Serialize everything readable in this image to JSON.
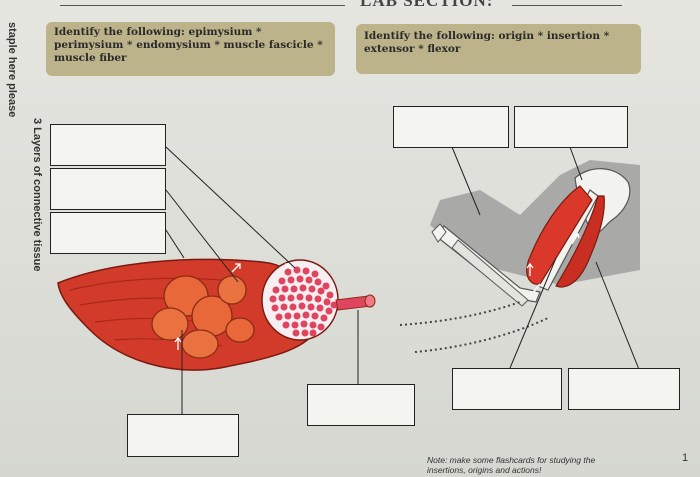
{
  "header": {
    "title_fragment": "LAB SECTION:"
  },
  "margin": {
    "staple_note": "staple here please",
    "layers_label": "3 Layers of connective tissue"
  },
  "left_banner": {
    "line1": "Identify the following: epimysium *",
    "line2": "perimysium * endomysium * muscle fascicle *",
    "line3": "muscle fiber"
  },
  "right_banner": {
    "line1": "Identify the following: origin *  insertion *",
    "line2": "extensor * flexor"
  },
  "footer": {
    "note_line1": "Note: make some flashcards for studying the",
    "note_line2": "insertions, origins and actions!",
    "page_number": "1"
  },
  "colors": {
    "banner": "#bdb38a",
    "muscle": "#d23b2a",
    "fascicle": "#e8683a",
    "fiber_dots": "#e0455f",
    "bone": "#f2f2ee"
  }
}
